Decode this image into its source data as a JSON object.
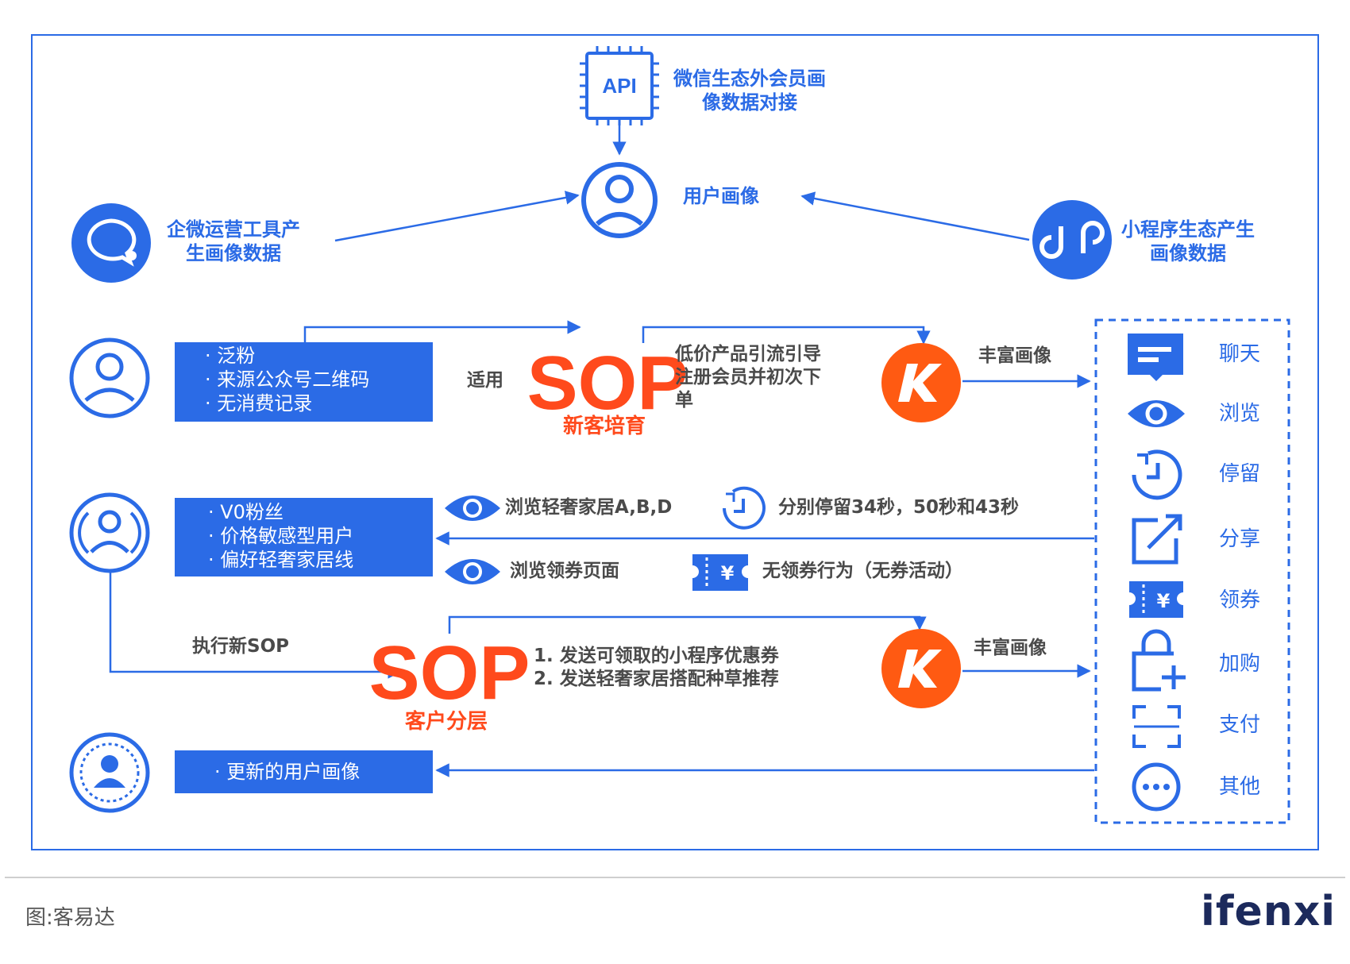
{
  "api_node": {
    "icon": "api-chip-icon",
    "badge": "API",
    "label_lines": [
      "微信生态外会员画",
      "像数据对接"
    ]
  },
  "user_profile_node": {
    "icon": "user-avatar-icon",
    "label": "用户画像"
  },
  "wecom_node": {
    "icon": "wecom-chat-icon",
    "label_lines": [
      "企微运营工具产",
      "生画像数据"
    ]
  },
  "miniprogram_node": {
    "icon": "miniprogram-link-icon",
    "label_lines": [
      "小程序生态产生",
      "画像数据"
    ]
  },
  "segment_1": {
    "icon": "user-avatar-icon",
    "box_lines": [
      "· 泛粉",
      "· 来源公众号二维码",
      "· 无消费记录"
    ]
  },
  "apply_label": "适用",
  "sop_1": {
    "logo": "SOP",
    "caption": "新客培育",
    "action_lines": [
      "低价产品引流引导",
      "注册会员并初次下",
      "单"
    ]
  },
  "enrich_1": {
    "icon": "k-logo-icon",
    "label": "丰富画像"
  },
  "segment_2": {
    "icon": "user-broadcast-icon",
    "box_lines": [
      "· V0粉丝",
      "· 价格敏感型用户",
      "· 偏好轻奢家居线"
    ]
  },
  "behaviors": [
    {
      "icon": "eye-icon",
      "label": "浏览轻奢家居A,B,D"
    },
    {
      "icon": "clock-icon",
      "label": "分别停留34秒，50秒和43秒"
    },
    {
      "icon": "eye-icon",
      "label": "浏览领券页面"
    },
    {
      "icon": "coupon-icon",
      "label": "无领券行为（无券活动）"
    }
  ],
  "execute_label": "执行新SOP",
  "sop_2": {
    "logo": "SOP",
    "caption": "客户分层",
    "action_lines": [
      "1. 发送可领取的小程序优惠券",
      "2. 发送轻奢家居搭配种草推荐"
    ]
  },
  "enrich_2": {
    "icon": "k-logo-icon",
    "label": "丰富画像"
  },
  "segment_3": {
    "icon": "user-badge-icon",
    "box_lines": [
      "· 更新的用户画像"
    ]
  },
  "legend": [
    {
      "icon": "chat-message-icon",
      "label": "聊天"
    },
    {
      "icon": "eye-icon",
      "label": "浏览"
    },
    {
      "icon": "clock-icon",
      "label": "停留"
    },
    {
      "icon": "share-icon",
      "label": "分享"
    },
    {
      "icon": "coupon-icon",
      "label": "领券"
    },
    {
      "icon": "cart-add-icon",
      "label": "加购"
    },
    {
      "icon": "scan-pay-icon",
      "label": "支付"
    },
    {
      "icon": "more-icon",
      "label": "其他"
    }
  ],
  "coupon_symbol": "¥",
  "source": "图:客易达",
  "brand": "ifenxi",
  "colors": {
    "blue": "#2b6be6",
    "orange": "#ff4a1c",
    "gray_text": "#4a4a4a"
  }
}
